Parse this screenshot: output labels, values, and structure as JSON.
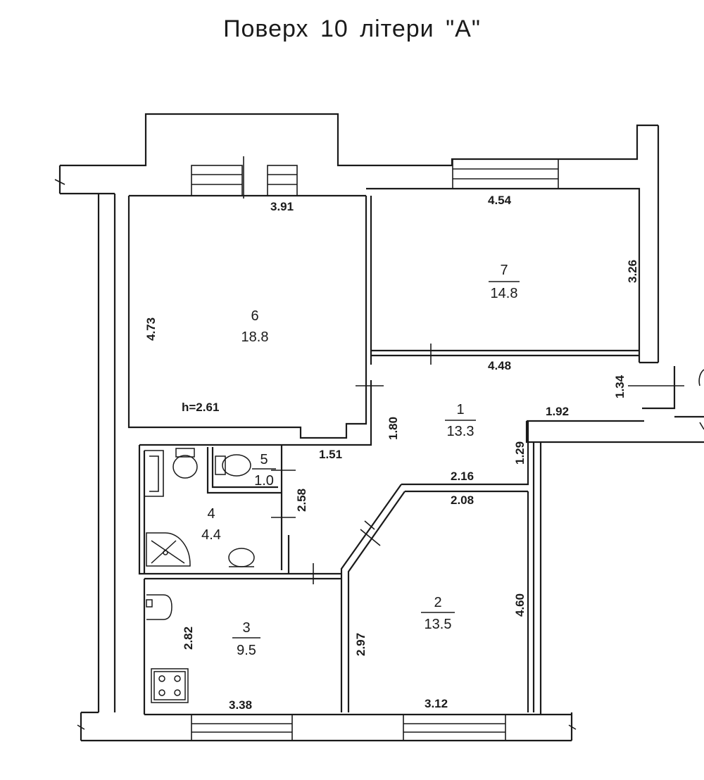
{
  "title": "Поверх 10 літери \"А\"",
  "rooms": [
    {
      "number": "1",
      "area": "13.3"
    },
    {
      "number": "2",
      "area": "13.5"
    },
    {
      "number": "3",
      "area": "9.5"
    },
    {
      "number": "4",
      "area": "4.4"
    },
    {
      "number": "5",
      "area": "1.0"
    },
    {
      "number": "6",
      "area": "18.8"
    },
    {
      "number": "7",
      "area": "14.8"
    }
  ],
  "dimensions": {
    "d391": "3.91",
    "d454": "4.54",
    "d473": "4.73",
    "d326": "3.26",
    "d448": "4.48",
    "d134": "1.34",
    "d261": "h=2.61",
    "d180": "1.80",
    "d192": "1.92",
    "d151": "1.51",
    "d129": "1.29",
    "d216": "2.16",
    "d258": "2.58",
    "d208": "2.08",
    "d460": "4.60",
    "d282": "2.82",
    "d297": "2.97",
    "d338": "3.38",
    "d312": "3.12"
  }
}
